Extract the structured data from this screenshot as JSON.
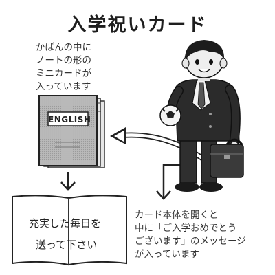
{
  "title": "入学祝いカード",
  "note_left": "かばんの中に\nノートの形の\nミニカードが\n入っています",
  "notebook": {
    "label": "ENGLISH"
  },
  "card": {
    "line1": "充実した毎日を",
    "line2": "送って下さい"
  },
  "note_right": "カード本体を開くと\n中に「ご入学おめでとう\nございます」のメッセージ\nが入っています"
}
